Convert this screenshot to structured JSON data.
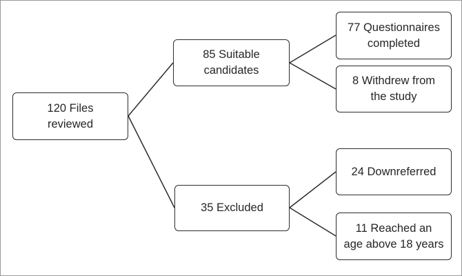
{
  "nodes": {
    "root": {
      "line1": "120 Files",
      "line2": "reviewed"
    },
    "suitable": {
      "line1": "85 Suitable",
      "line2": "candidates"
    },
    "excluded": {
      "line1": "35 Excluded"
    },
    "questionnaires": {
      "line1": "77 Questionnaires",
      "line2": "completed"
    },
    "withdrew": {
      "line1": "8 Withdrew from",
      "line2": "the study"
    },
    "downreferred": {
      "line1": "24 Downreferred"
    },
    "age": {
      "line1": "11 Reached an",
      "line2": "age above 18 years"
    }
  },
  "edges": [
    {
      "from": "root",
      "to": "suitable"
    },
    {
      "from": "root",
      "to": "excluded"
    },
    {
      "from": "suitable",
      "to": "questionnaires"
    },
    {
      "from": "suitable",
      "to": "withdrew"
    },
    {
      "from": "excluded",
      "to": "downreferred"
    },
    {
      "from": "excluded",
      "to": "age"
    }
  ],
  "colors": {
    "border": "#2b2b2b",
    "line": "#2b2b2b",
    "text": "#262626",
    "frame": "#9a9a9a"
  }
}
